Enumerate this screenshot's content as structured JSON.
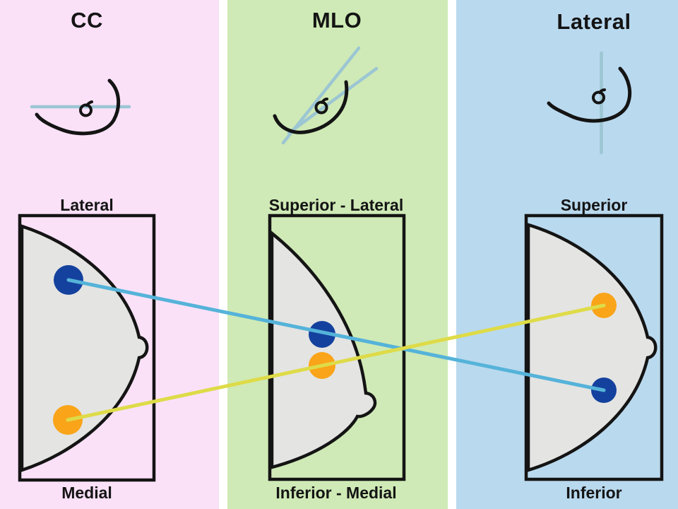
{
  "colors": {
    "panel_cc_bg": "#fae1f8",
    "panel_mlo_bg": "#cfeab6",
    "panel_lat_bg": "#b9d9ee",
    "breast_fill": "#e4e4e2",
    "outline": "#141414",
    "text": "#141414",
    "marker_blue": "#14419e",
    "marker_orange": "#faa419",
    "line_cyan": "#55b3d9",
    "line_yellow": "#dedb48",
    "schematic_line": "#9cc6d3"
  },
  "panels": [
    {
      "title": "CC",
      "top_label": "Lateral",
      "bottom_label": "Medial"
    },
    {
      "title": "MLO",
      "top_label": "Superior - Lateral",
      "bottom_label": "Inferior - Medial"
    },
    {
      "title": "Lateral",
      "top_label": "Superior",
      "bottom_label": "Inferior"
    }
  ]
}
